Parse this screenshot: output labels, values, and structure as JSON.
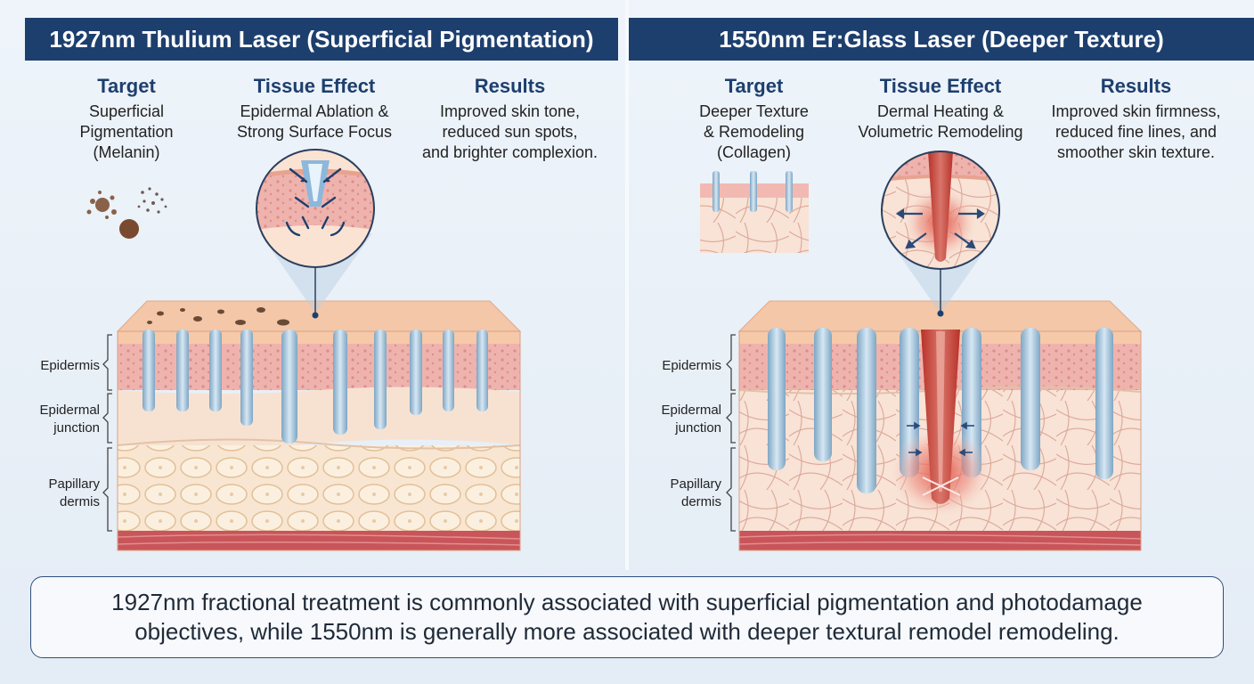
{
  "left": {
    "header": "1927nm Thulium Laser (Superficial Pigmentation)",
    "target": {
      "heading": "Target",
      "lines": [
        "Superficial",
        "Pigmentation",
        "(Melanin)"
      ]
    },
    "effect": {
      "heading": "Tissue Effect",
      "lines": [
        "Epidermal Ablation &",
        "Strong Surface Focus"
      ]
    },
    "results": {
      "heading": "Results",
      "lines": [
        "Improved skin tone,",
        "reduced sun spots,",
        "and brighter complexion."
      ]
    },
    "layers": {
      "epidermis": "Epidermis",
      "junction": [
        "Epidermal",
        "junction"
      ],
      "papillary": [
        "Papillary",
        "dermis"
      ]
    }
  },
  "right": {
    "header": "1550nm Er:Glass Laser (Deeper Texture)",
    "target": {
      "heading": "Target",
      "lines": [
        "Deeper Texture",
        "& Remodeling",
        "(Collagen)"
      ]
    },
    "effect": {
      "heading": "Tissue Effect",
      "lines": [
        "Dermal Heating &",
        "Volumetric Remodeling"
      ]
    },
    "results": {
      "heading": "Results",
      "lines": [
        "Improved skin firmness,",
        "reduced fine lines, and",
        "smoother skin texture."
      ]
    },
    "layers": {
      "epidermis": "Epidermis",
      "junction": [
        "Epidermal",
        "junction"
      ],
      "papillary": [
        "Papillary",
        "dermis"
      ]
    }
  },
  "footer": "1927nm fractional treatment is commonly associated with superficial pigmentation and photodamage objectives, while 1550nm is generally more associated with deeper textural remodel remodeling.",
  "colors": {
    "header_bg": "#1d3f6e",
    "heading": "#1d3f6e",
    "epidermis": "#f1b7b4",
    "dermis": "#f6e1cf",
    "channel": "#a8c7dd",
    "heat": "#c0392b"
  }
}
